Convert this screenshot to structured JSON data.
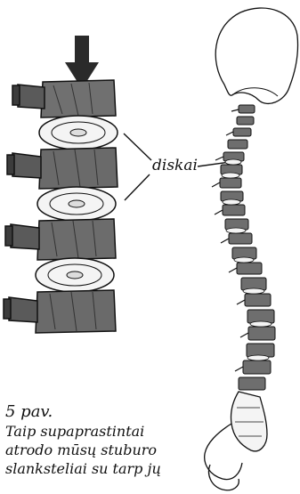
{
  "figure": {
    "label": "diskai",
    "caption_number": "5 pav.",
    "caption_lines": [
      "Taip supaprastintai",
      "atrodo mūsų stuburo",
      "slanksteliai su tarp jų"
    ]
  },
  "colors": {
    "ink": "#111111",
    "bone_fill": "#6e6e6e",
    "disc_fill": "#f4f4f4"
  },
  "icons": [
    "pressure-arrow-icon"
  ]
}
